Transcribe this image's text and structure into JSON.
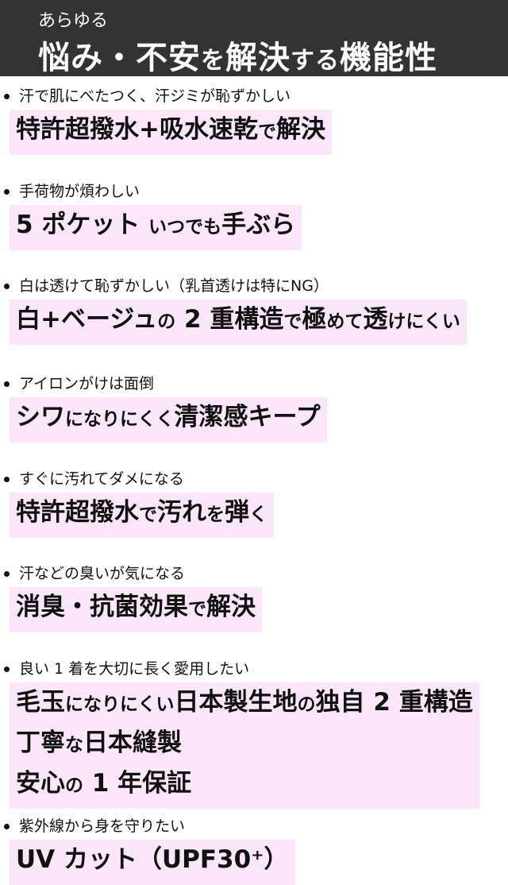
{
  "header": {
    "subtitle": "あらゆる",
    "title_parts": [
      {
        "t": "悩み・不安",
        "s": "L"
      },
      {
        "t": "を",
        "s": "S"
      },
      {
        "t": "解決",
        "s": "L"
      },
      {
        "t": "する",
        "s": "S"
      },
      {
        "t": "機能性",
        "s": "L"
      }
    ]
  },
  "items": [
    {
      "question": "汗で肌にべたつく、汗ジミが恥ずかしい",
      "lines": [
        [
          {
            "t": "特許超撥水+吸水速乾",
            "s": "L"
          },
          {
            "t": "で",
            "s": "S"
          },
          {
            "t": "解決",
            "s": "L"
          }
        ]
      ]
    },
    {
      "question": "手荷物が煩わしい",
      "lines": [
        [
          {
            "t": "5 ポケット ",
            "s": "L"
          },
          {
            "t": "いつでも",
            "s": "S"
          },
          {
            "t": "手ぶら",
            "s": "L"
          }
        ]
      ]
    },
    {
      "question": "白は透けて恥ずかしい（乳首透けは特にNG）",
      "lines": [
        [
          {
            "t": "白+ベージュ",
            "s": "L"
          },
          {
            "t": "の",
            "s": "S"
          },
          {
            "t": " 2 重構造",
            "s": "L"
          },
          {
            "t": "で",
            "s": "S"
          },
          {
            "t": "極",
            "s": "L"
          },
          {
            "t": "めて",
            "s": "S"
          },
          {
            "t": "透",
            "s": "L"
          },
          {
            "t": "けにくい",
            "s": "S"
          }
        ]
      ]
    },
    {
      "question": "アイロンがけは面倒",
      "lines": [
        [
          {
            "t": "シワ",
            "s": "L"
          },
          {
            "t": "になりにくく",
            "s": "S"
          },
          {
            "t": "清潔感キープ",
            "s": "L"
          }
        ]
      ]
    },
    {
      "question": "すぐに汚れてダメになる",
      "lines": [
        [
          {
            "t": "特許超撥水",
            "s": "L"
          },
          {
            "t": "で",
            "s": "S"
          },
          {
            "t": "汚れ",
            "s": "L"
          },
          {
            "t": "を",
            "s": "S"
          },
          {
            "t": "弾",
            "s": "L"
          },
          {
            "t": "く",
            "s": "S"
          }
        ]
      ]
    },
    {
      "question": "汗などの臭いが気になる",
      "lines": [
        [
          {
            "t": "消臭・抗菌効果",
            "s": "L"
          },
          {
            "t": "で",
            "s": "S"
          },
          {
            "t": "解決",
            "s": "L"
          }
        ]
      ]
    },
    {
      "question": "良い 1 着を大切に長く愛用したい",
      "lines": [
        [
          {
            "t": "毛玉",
            "s": "L"
          },
          {
            "t": "になりにくい",
            "s": "S"
          },
          {
            "t": "日本製生地",
            "s": "L"
          },
          {
            "t": "の",
            "s": "S"
          },
          {
            "t": "独自 2 重構造",
            "s": "L"
          }
        ],
        [
          {
            "t": "丁寧",
            "s": "L"
          },
          {
            "t": "な",
            "s": "S"
          },
          {
            "t": "日本縫製",
            "s": "L"
          }
        ],
        [
          {
            "t": "安心",
            "s": "L"
          },
          {
            "t": "の",
            "s": "S"
          },
          {
            "t": " 1 年保証",
            "s": "L"
          }
        ]
      ]
    },
    {
      "question": "紫外線から身を守りたい",
      "lines": [
        [
          {
            "t": "UV カット（UPF30⁺）",
            "s": "L"
          }
        ]
      ]
    }
  ],
  "colors": {
    "header_bg": "#333333",
    "highlight": "#fce6fa"
  }
}
